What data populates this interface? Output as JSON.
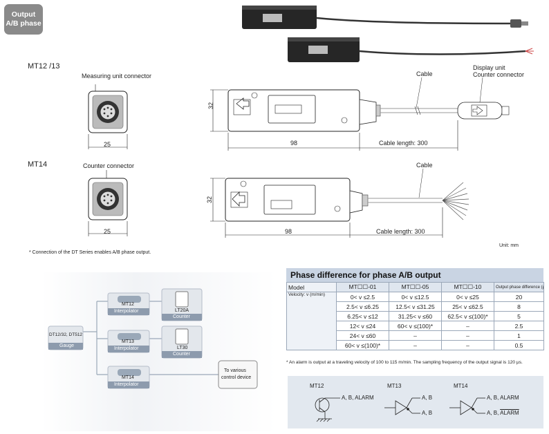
{
  "badge": {
    "line1": "Output",
    "line2": "A/B phase"
  },
  "mt1213": {
    "title": "MT12 /13",
    "connector_label": "Measuring unit connector",
    "width_dim": "25",
    "height_dim": "32",
    "length_dim": "98",
    "cable_label": "Cable",
    "display_label_1": "Display unit",
    "display_label_2": "Counter connector",
    "cable_length": "Cable length: 300"
  },
  "mt14": {
    "title": "MT14",
    "connector_label": "Counter connector",
    "width_dim": "25",
    "height_dim": "32",
    "length_dim": "98",
    "cable_label": "Cable",
    "cable_length": "Cable length: 300"
  },
  "footnote": "* Connection of the DT Series enables A/B phase output.",
  "unit": "Unit: mm",
  "system_diagram": {
    "gauge_line1": "DT12/32, DT512",
    "gauge_line2": "Gauge",
    "mt12": "MT12",
    "mt13": "MT13",
    "mt14": "MT14",
    "interpolator": "Interpolator",
    "lt20a": "LT20A",
    "lt30": "LT30",
    "counter": "Counter",
    "control_line1": "To various",
    "control_line2": "control device"
  },
  "phase_table": {
    "title": "Phase difference for phase A/B output",
    "headers": [
      "Model",
      "MT☐☐-01",
      "MT☐☐-05",
      "MT☐☐-10",
      "Output phase difference (μs)"
    ],
    "velocity_label": "Velocity: v (m/min)",
    "rows": [
      [
        "0< v ≤2.5",
        "0< v ≤12.5",
        "0< v ≤25",
        "20"
      ],
      [
        "2.5< v ≤6.25",
        "12.5< v ≤31.25",
        "25< v ≤62.5",
        "8"
      ],
      [
        "6.25< v ≤12",
        "31.25< v ≤60",
        "62.5< v ≤(100)*",
        "5"
      ],
      [
        "12< v ≤24",
        "60< v ≤(100)*",
        "–",
        "2.5"
      ],
      [
        "24< v ≤60",
        "–",
        "–",
        "1"
      ],
      [
        "60< v ≤(100)*",
        "–",
        "–",
        "0.5"
      ]
    ],
    "note": "* An alarm is output at a traveling velocity of 100 to 115 m/min. The sampling frequency of the output signal is 120 μs."
  },
  "logic": {
    "mt12": "MT12",
    "mt13": "MT13",
    "mt14": "MT14",
    "mt12_out": "A, B, ALARM",
    "mt13_out_a": "A, B",
    "mt13_out_b": "A, B",
    "mt14_out_a": "A, B, ALARM",
    "mt14_out_b_ab": "A, B, ",
    "mt14_out_b_alarm": "ALARM"
  }
}
